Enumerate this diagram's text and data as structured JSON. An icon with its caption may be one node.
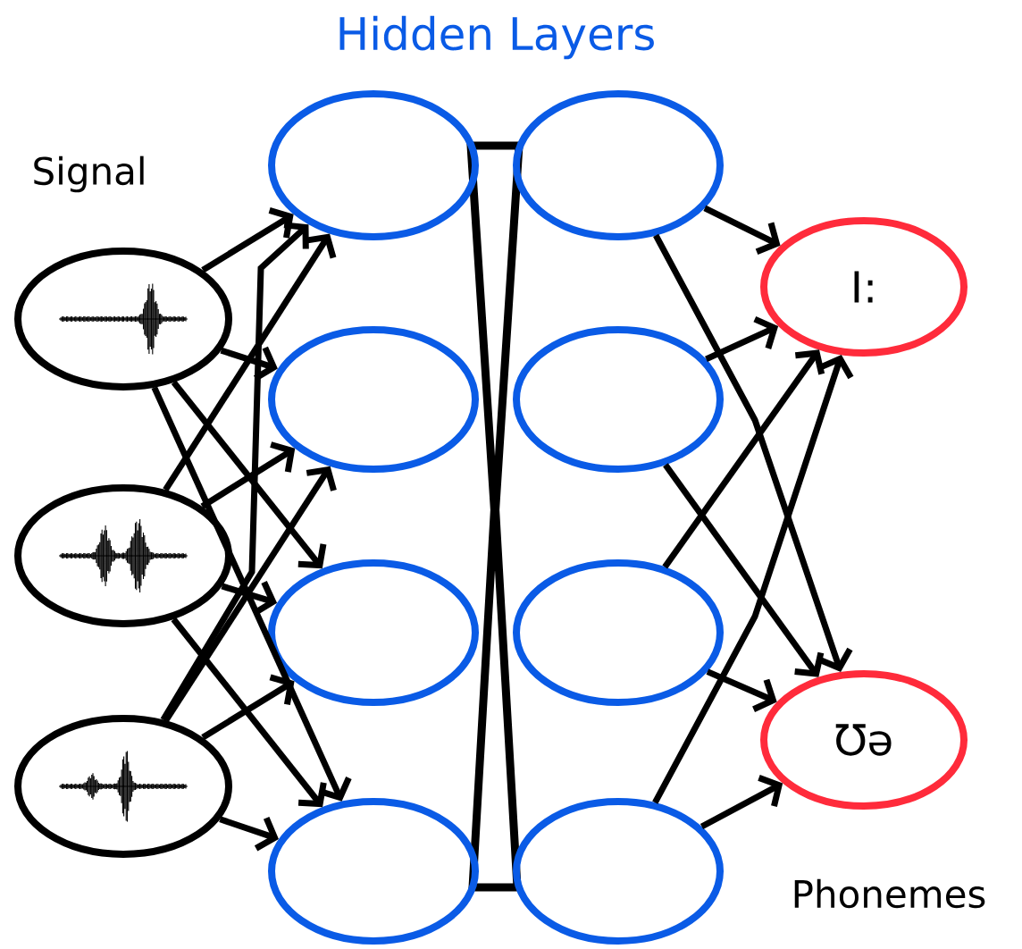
{
  "diagram": {
    "title": "Hidden Layers",
    "nodes": [
      {
        "text": [],
        "shape": "picture"
      },
      {
        "text": [],
        "shape": "picture"
      },
      {
        "text": [],
        "shape": "picture"
      },
      {
        "text": [],
        "shape": "ellipse"
      },
      {
        "text": [],
        "shape": "ellipse"
      },
      {
        "text": [],
        "shape": "ellipse"
      },
      {
        "text": [],
        "shape": "ellipse"
      },
      {
        "text": [],
        "shape": "ellipse"
      },
      {
        "text": [],
        "shape": "ellipse"
      },
      {
        "text": [],
        "shape": "ellipse"
      },
      {
        "text": [],
        "shape": "ellipse"
      },
      {
        "text": [
          "I:"
        ]
      },
      {
        "text": [
          "Ʊə"
        ]
      }
    ],
    "edges": [
      {
        "from": 0,
        "to": 3,
        "arrow": "to"
      },
      {
        "from": 0,
        "to": 4,
        "arrow": "to"
      },
      {
        "from": 0,
        "to": 5,
        "arrow": "to"
      },
      {
        "from": 0,
        "to": 6,
        "arrow": "to"
      },
      {
        "from": 1,
        "to": 3,
        "arrow": "to"
      },
      {
        "from": 1,
        "to": 4,
        "arrow": "to"
      },
      {
        "from": 1,
        "to": 5,
        "arrow": "to"
      },
      {
        "from": 1,
        "to": 6,
        "arrow": "to"
      },
      {
        "from": 2,
        "to": 3,
        "arrow": "to"
      },
      {
        "from": 2,
        "to": 4,
        "arrow": "to"
      },
      {
        "from": 2,
        "to": 5,
        "arrow": "to"
      },
      {
        "from": 2,
        "to": 6,
        "arrow": "to"
      },
      {
        "from": 7,
        "to": 11,
        "arrow": "to"
      },
      {
        "from": 7,
        "to": 12,
        "arrow": "to"
      },
      {
        "from": 8,
        "to": 11,
        "arrow": "to"
      },
      {
        "from": 8,
        "to": 12,
        "arrow": "to"
      },
      {
        "from": 9,
        "to": 11,
        "arrow": "to"
      },
      {
        "from": 9,
        "to": 12,
        "arrow": "to"
      },
      {
        "from": 10,
        "to": 11,
        "arrow": "to"
      },
      {
        "from": 10,
        "to": 12,
        "arrow": "to"
      }
    ],
    "labels": [
      "Signal",
      "Phonemes"
    ]
  }
}
